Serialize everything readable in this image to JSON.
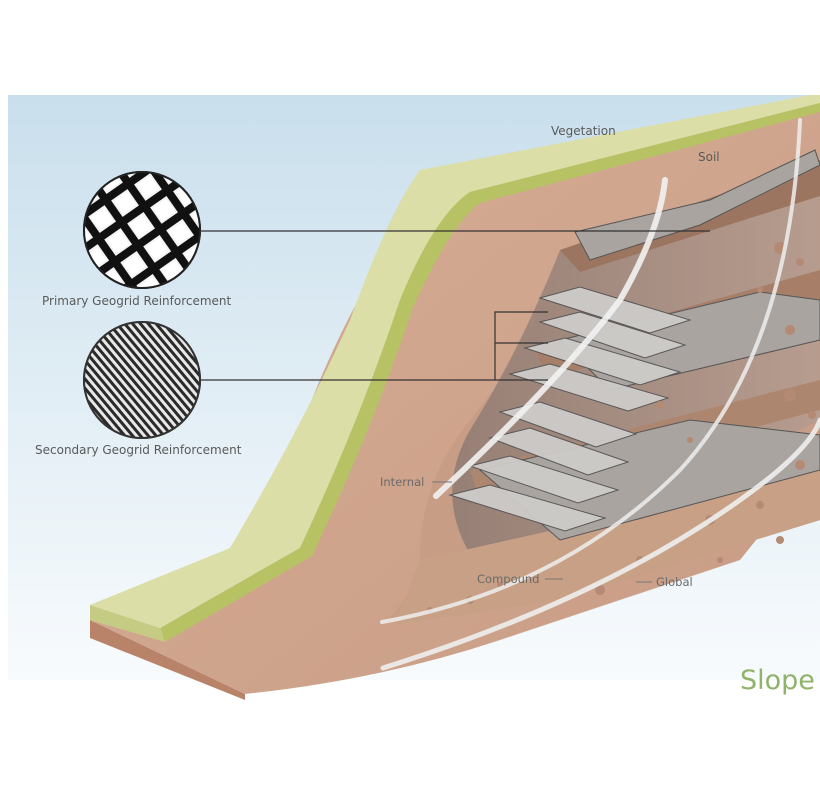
{
  "labels": {
    "vegetation": "Vegetation",
    "soil": "Soil",
    "primary": "Primary Geogrid Reinforcement",
    "secondary": "Secondary Geogrid Reinforcement",
    "internal": "Internal",
    "compound": "Compound",
    "global": "Global",
    "title": "Slope"
  },
  "colors": {
    "sky_top": "#cfe3ef",
    "sky_bottom": "#f7fbfd",
    "vegetation_top": "#dfe0ad",
    "vegetation_side": "#b9c367",
    "soil": "#d2a790",
    "soil_dark": "#b78a74",
    "cut_soil": "#c39a82",
    "geogrid_fill": "#b8b4b0",
    "title": "#8fb36a"
  },
  "icons": {
    "primary_swatch": "primary-geogrid-grid-icon",
    "secondary_swatch": "secondary-geogrid-stripes-icon"
  }
}
